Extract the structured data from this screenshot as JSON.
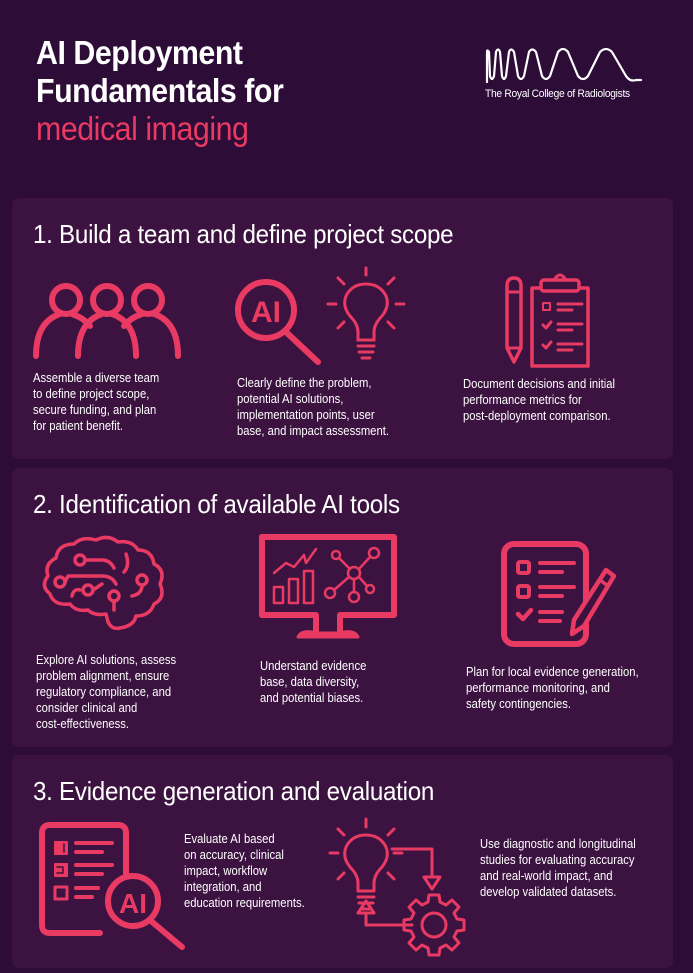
{
  "header": {
    "title_line1": "AI Deployment",
    "title_line2": "Fundamentals for",
    "title_line3": "medical imaging",
    "logo_text": "The Royal College of Radiologists",
    "logo_icon": "waveform-logo-icon"
  },
  "colors": {
    "background": "#2e0c38",
    "panel": "#3c1340",
    "accent": "#e93a63",
    "text": "#ffffff"
  },
  "sections": [
    {
      "title": "1. Build a team and define project scope",
      "items": [
        {
          "icon": "team-people-icon",
          "lines": [
            "Assemble a diverse team",
            "to define project scope,",
            "secure funding, and plan",
            "for patient benefit."
          ]
        },
        {
          "icon": "ai-magnifier-lightbulb-icon",
          "lines": [
            "Clearly define the problem,",
            "potential AI solutions,",
            "implementation points, user",
            "base, and impact assessment."
          ]
        },
        {
          "icon": "pencil-clipboard-checklist-icon",
          "lines": [
            "Document decisions and initial",
            "performance metrics for",
            "post-deployment comparison."
          ]
        }
      ]
    },
    {
      "title": "2. Identification of available AI tools",
      "items": [
        {
          "icon": "circuit-brain-icon",
          "lines": [
            "Explore AI solutions, assess",
            "problem alignment, ensure",
            "regulatory compliance, and",
            "consider clinical and",
            "cost-effectiveness."
          ]
        },
        {
          "icon": "monitor-analytics-icon",
          "lines": [
            "Understand evidence",
            "base, data diversity,",
            "and potential biases."
          ]
        },
        {
          "icon": "checklist-pencil-icon",
          "lines": [
            "Plan for local evidence generation,",
            "performance monitoring, and",
            "safety contingencies."
          ]
        }
      ]
    },
    {
      "title": "3. Evidence generation and evaluation",
      "items": [
        {
          "icon": "document-ai-magnifier-icon",
          "lines": [
            "Evaluate AI based",
            "on accuracy, clinical",
            "impact, workflow",
            "integration, and",
            "education requirements."
          ]
        },
        {
          "icon": "lightbulb-gear-cycle-icon",
          "lines": [
            "Use diagnostic and longitudinal",
            "studies for evaluating accuracy",
            "and real-world impact, and",
            "develop validated datasets."
          ]
        }
      ]
    }
  ]
}
